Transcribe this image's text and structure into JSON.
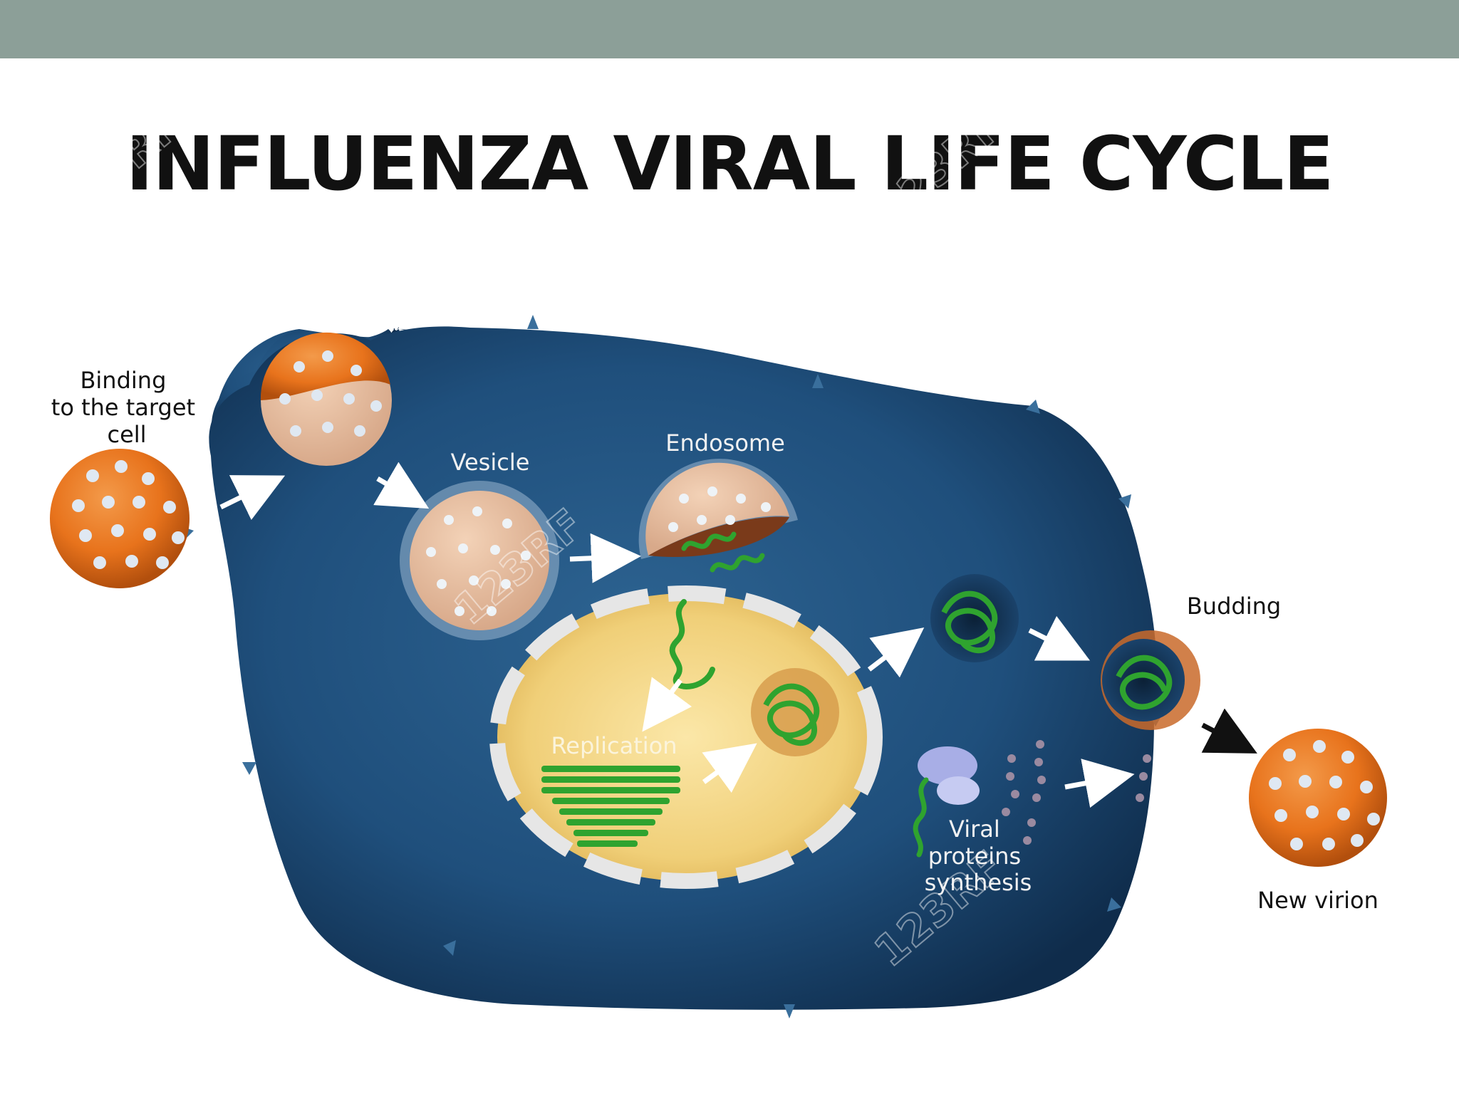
{
  "title": "INFLUENZA VIRAL LIFE CYCLE",
  "labels": {
    "binding": [
      "Binding",
      "to the target",
      "cell"
    ],
    "vesicle": "Vesicle",
    "endosome": "Endosome",
    "replication": "Replication",
    "budding": "Budding",
    "viral_proteins": [
      "Viral",
      "proteins",
      "synthesis"
    ],
    "new_virion": "New virion"
  },
  "watermark": "123RF",
  "colors": {
    "top_bar": "#8c9f98",
    "cell": "#1f4f7c",
    "nucleus": "#f2d78a",
    "virion": "#e8731c",
    "rna": "#2fa32f",
    "protein": "#a8aee6"
  }
}
